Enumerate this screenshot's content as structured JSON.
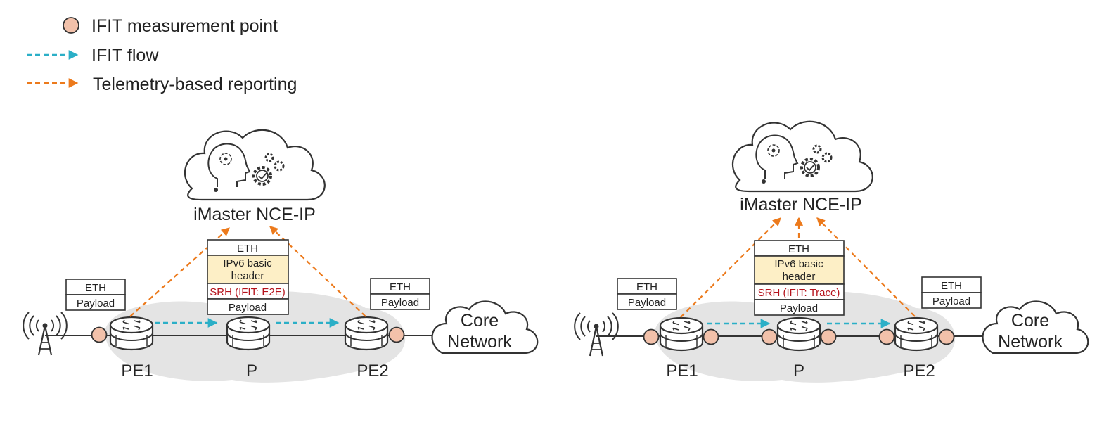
{
  "legend": {
    "measurement_point": "IFIT measurement point",
    "ifit_flow": "IFIT flow",
    "telemetry": "Telemetry-based reporting"
  },
  "left": {
    "controller": "iMaster NCE-IP",
    "core": {
      "line1": "Core",
      "line2": "Network"
    },
    "nodes": {
      "pe1": "PE1",
      "p": "P",
      "pe2": "PE2"
    },
    "pkt_small_left": {
      "row1": "ETH",
      "row2": "Payload"
    },
    "pkt_small_right": {
      "row1": "ETH",
      "row2": "Payload"
    },
    "pkt_big": {
      "row1": "ETH",
      "row2a": "IPv6 basic",
      "row2b": "header",
      "row3": "SRH (IFIT: E2E)",
      "row4": "Payload"
    }
  },
  "right": {
    "controller": "iMaster NCE-IP",
    "core": {
      "line1": "Core",
      "line2": "Network"
    },
    "nodes": {
      "pe1": "PE1",
      "p": "P",
      "pe2": "PE2"
    },
    "pkt_small_left": {
      "row1": "ETH",
      "row2": "Payload"
    },
    "pkt_small_right": {
      "row1": "ETH",
      "row2": "Payload"
    },
    "pkt_big": {
      "row1": "ETH",
      "row2a": "IPv6 basic",
      "row2b": "header",
      "row3": "SRH (IFIT: Trace)",
      "row4": "Payload"
    }
  },
  "colors": {
    "measurement_point": "#f2c1aa",
    "ifit_flow": "#2bafc7",
    "telemetry": "#ec7a1c",
    "header_fill": "#fdefc6",
    "srh_text": "#b5121b",
    "network_area": "#e4e4e4"
  }
}
